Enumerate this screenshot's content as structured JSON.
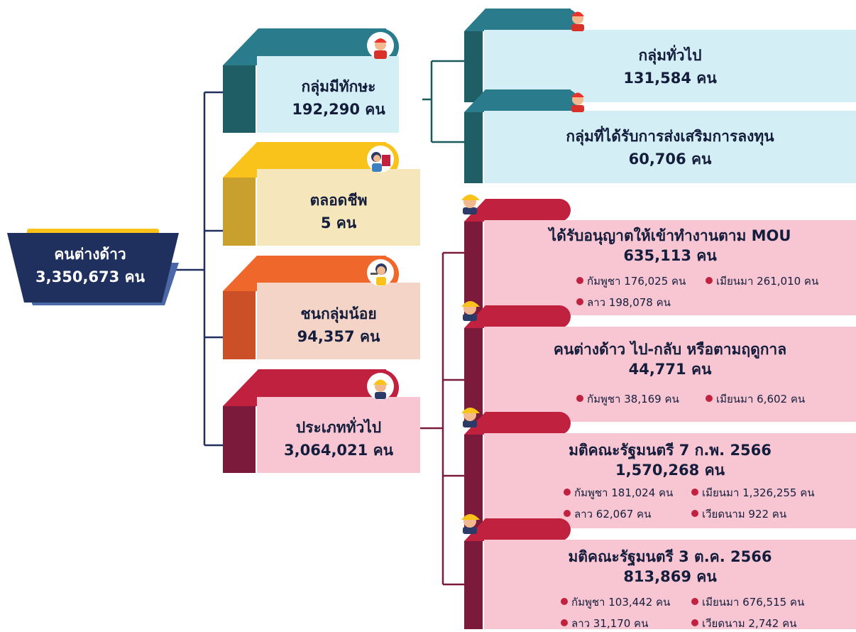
{
  "root": {
    "title": "คนต่างด้าว",
    "value": "3,350,673 คน"
  },
  "categories": [
    {
      "title": "กลุ่มมีทักษะ",
      "value": "192,290 คน"
    },
    {
      "title": "ตลอดชีพ",
      "value": "5 คน"
    },
    {
      "title": "ชนกลุ่มน้อย",
      "value": "94,357 คน"
    },
    {
      "title": "ประเภททั่วไป",
      "value": "3,064,021 คน"
    }
  ],
  "skilled_subgroups": [
    {
      "title": "กลุ่มทั่วไป",
      "value": "131,584 คน"
    },
    {
      "title": "กลุ่มที่ได้รับการส่งเสริมการลงทุน",
      "value": "60,706 คน"
    }
  ],
  "general_subgroups": [
    {
      "title": "ได้รับอนุญาตให้เข้าทำงานตาม MOU",
      "value": "635,113 คน",
      "items": [
        "กัมพูชา 176,025 คน",
        "เมียนมา 261,010 คน",
        "ลาว 198,078 คน"
      ]
    },
    {
      "title": "คนต่างด้าว ไป-กลับ หรือตามฤดูกาล",
      "value": "44,771 คน",
      "items": [
        "กัมพูชา 38,169 คน",
        "เมียนมา 6,602 คน"
      ]
    },
    {
      "title": "มติคณะรัฐมนตรี 7 ก.พ. 2566",
      "value": "1,570,268 คน",
      "items": [
        "กัมพูชา 181,024 คน",
        "เมียนมา 1,326,255 คน",
        "ลาว 62,067 คน",
        "เวียดนาม 922 คน"
      ]
    },
    {
      "title": "มติคณะรัฐมนตรี 3 ต.ค. 2566",
      "value": "813,869 คน",
      "items": [
        "กัมพูชา 103,442 คน",
        "เมียนมา 676,515 คน",
        "ลาว 31,170 คน",
        "เวียดนาม 2,742 คน"
      ]
    }
  ],
  "colors": {
    "navy": "#1f2f5e",
    "teal": "#2a7b8c",
    "teal_dark": "#205e66",
    "teal_light": "#d3eef5",
    "yellow": "#f9c31b",
    "yellow_dark": "#c9a02e",
    "yellow_light": "#f5e6bb",
    "orange": "#f0672b",
    "orange_dark": "#cb5028",
    "orange_light": "#f4d4c7",
    "crimson": "#c0213f",
    "crimson_dark": "#7b1a3a",
    "pink_light": "#f7c6d2",
    "line_teal": "#1c5b5b",
    "line_crimson": "#7b1a3a"
  },
  "icons": [
    "worker-red-cap-icon",
    "woman-laptop-icon",
    "woman-hammer-icon",
    "worker-yellow-helmet-icon"
  ]
}
